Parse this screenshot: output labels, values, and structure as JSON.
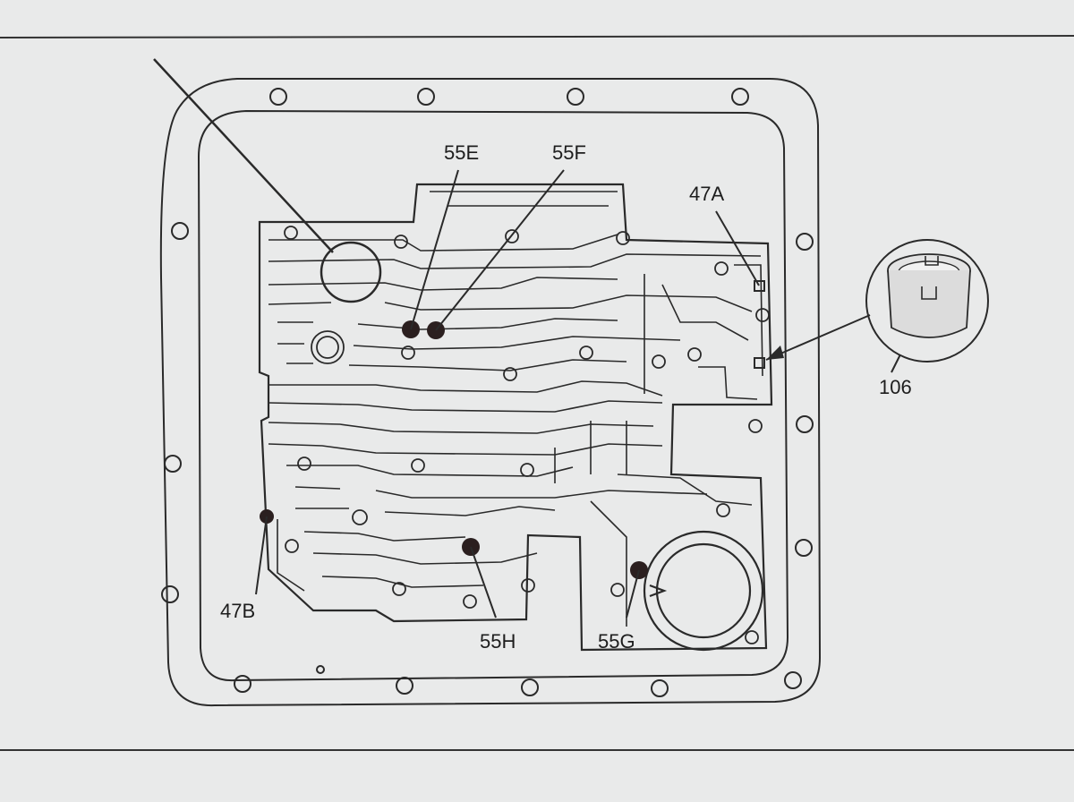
{
  "diagram": {
    "type": "valve-body-check-ball-location",
    "callouts": [
      {
        "id": "c55e",
        "label": "55E"
      },
      {
        "id": "c55f",
        "label": "55F"
      },
      {
        "id": "c47a",
        "label": "47A"
      },
      {
        "id": "c106",
        "label": "106"
      },
      {
        "id": "c47b",
        "label": "47B"
      },
      {
        "id": "c55h",
        "label": "55H"
      },
      {
        "id": "c55g",
        "label": "55G"
      }
    ]
  },
  "colors": {
    "paper": "#e9eaea",
    "ink": "#2a2a2a",
    "ball": "#2b1f1f"
  }
}
